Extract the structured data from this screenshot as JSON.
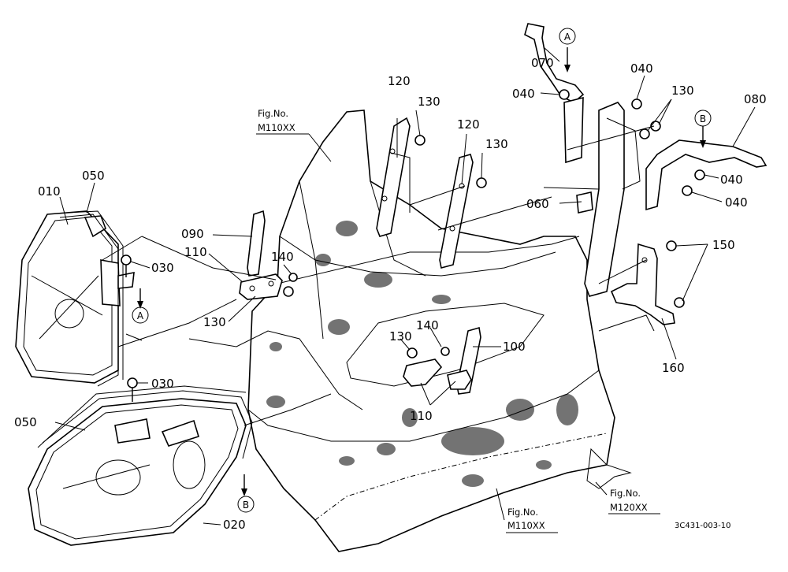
{
  "part_labels": {
    "p010": "010",
    "p050_top": "050",
    "p050_bottom": "050",
    "p030_top": "030",
    "p030_bottom": "030",
    "p020": "020",
    "p090": "090",
    "p110_left": "110",
    "p140_left": "140",
    "p130_left": "130",
    "p120_left": "120",
    "p130_upper_left": "130",
    "p120_right": "120",
    "p130_upper_mid": "130",
    "p070": "070",
    "p040_upper": "040",
    "p040_right_top": "040",
    "p130_right": "130",
    "p080": "080",
    "p040_right_mid": "040",
    "p040_right_low": "040",
    "p060": "060",
    "p150": "150",
    "p160": "160",
    "p140_center": "140",
    "p130_center": "130",
    "p100": "100",
    "p110_center": "110"
  },
  "markers": {
    "a_top": "A",
    "a_left": "A",
    "b_top": "B",
    "b_bottom": "B"
  },
  "fig_refs": {
    "top": {
      "line1": "Fig.No.",
      "line2": "M110XX"
    },
    "bottom_center": {
      "line1": "Fig.No.",
      "line2": "M110XX"
    },
    "bottom_right": {
      "line1": "Fig.No.",
      "line2": "M120XX"
    }
  },
  "drawing_code": "3C431-003-10"
}
